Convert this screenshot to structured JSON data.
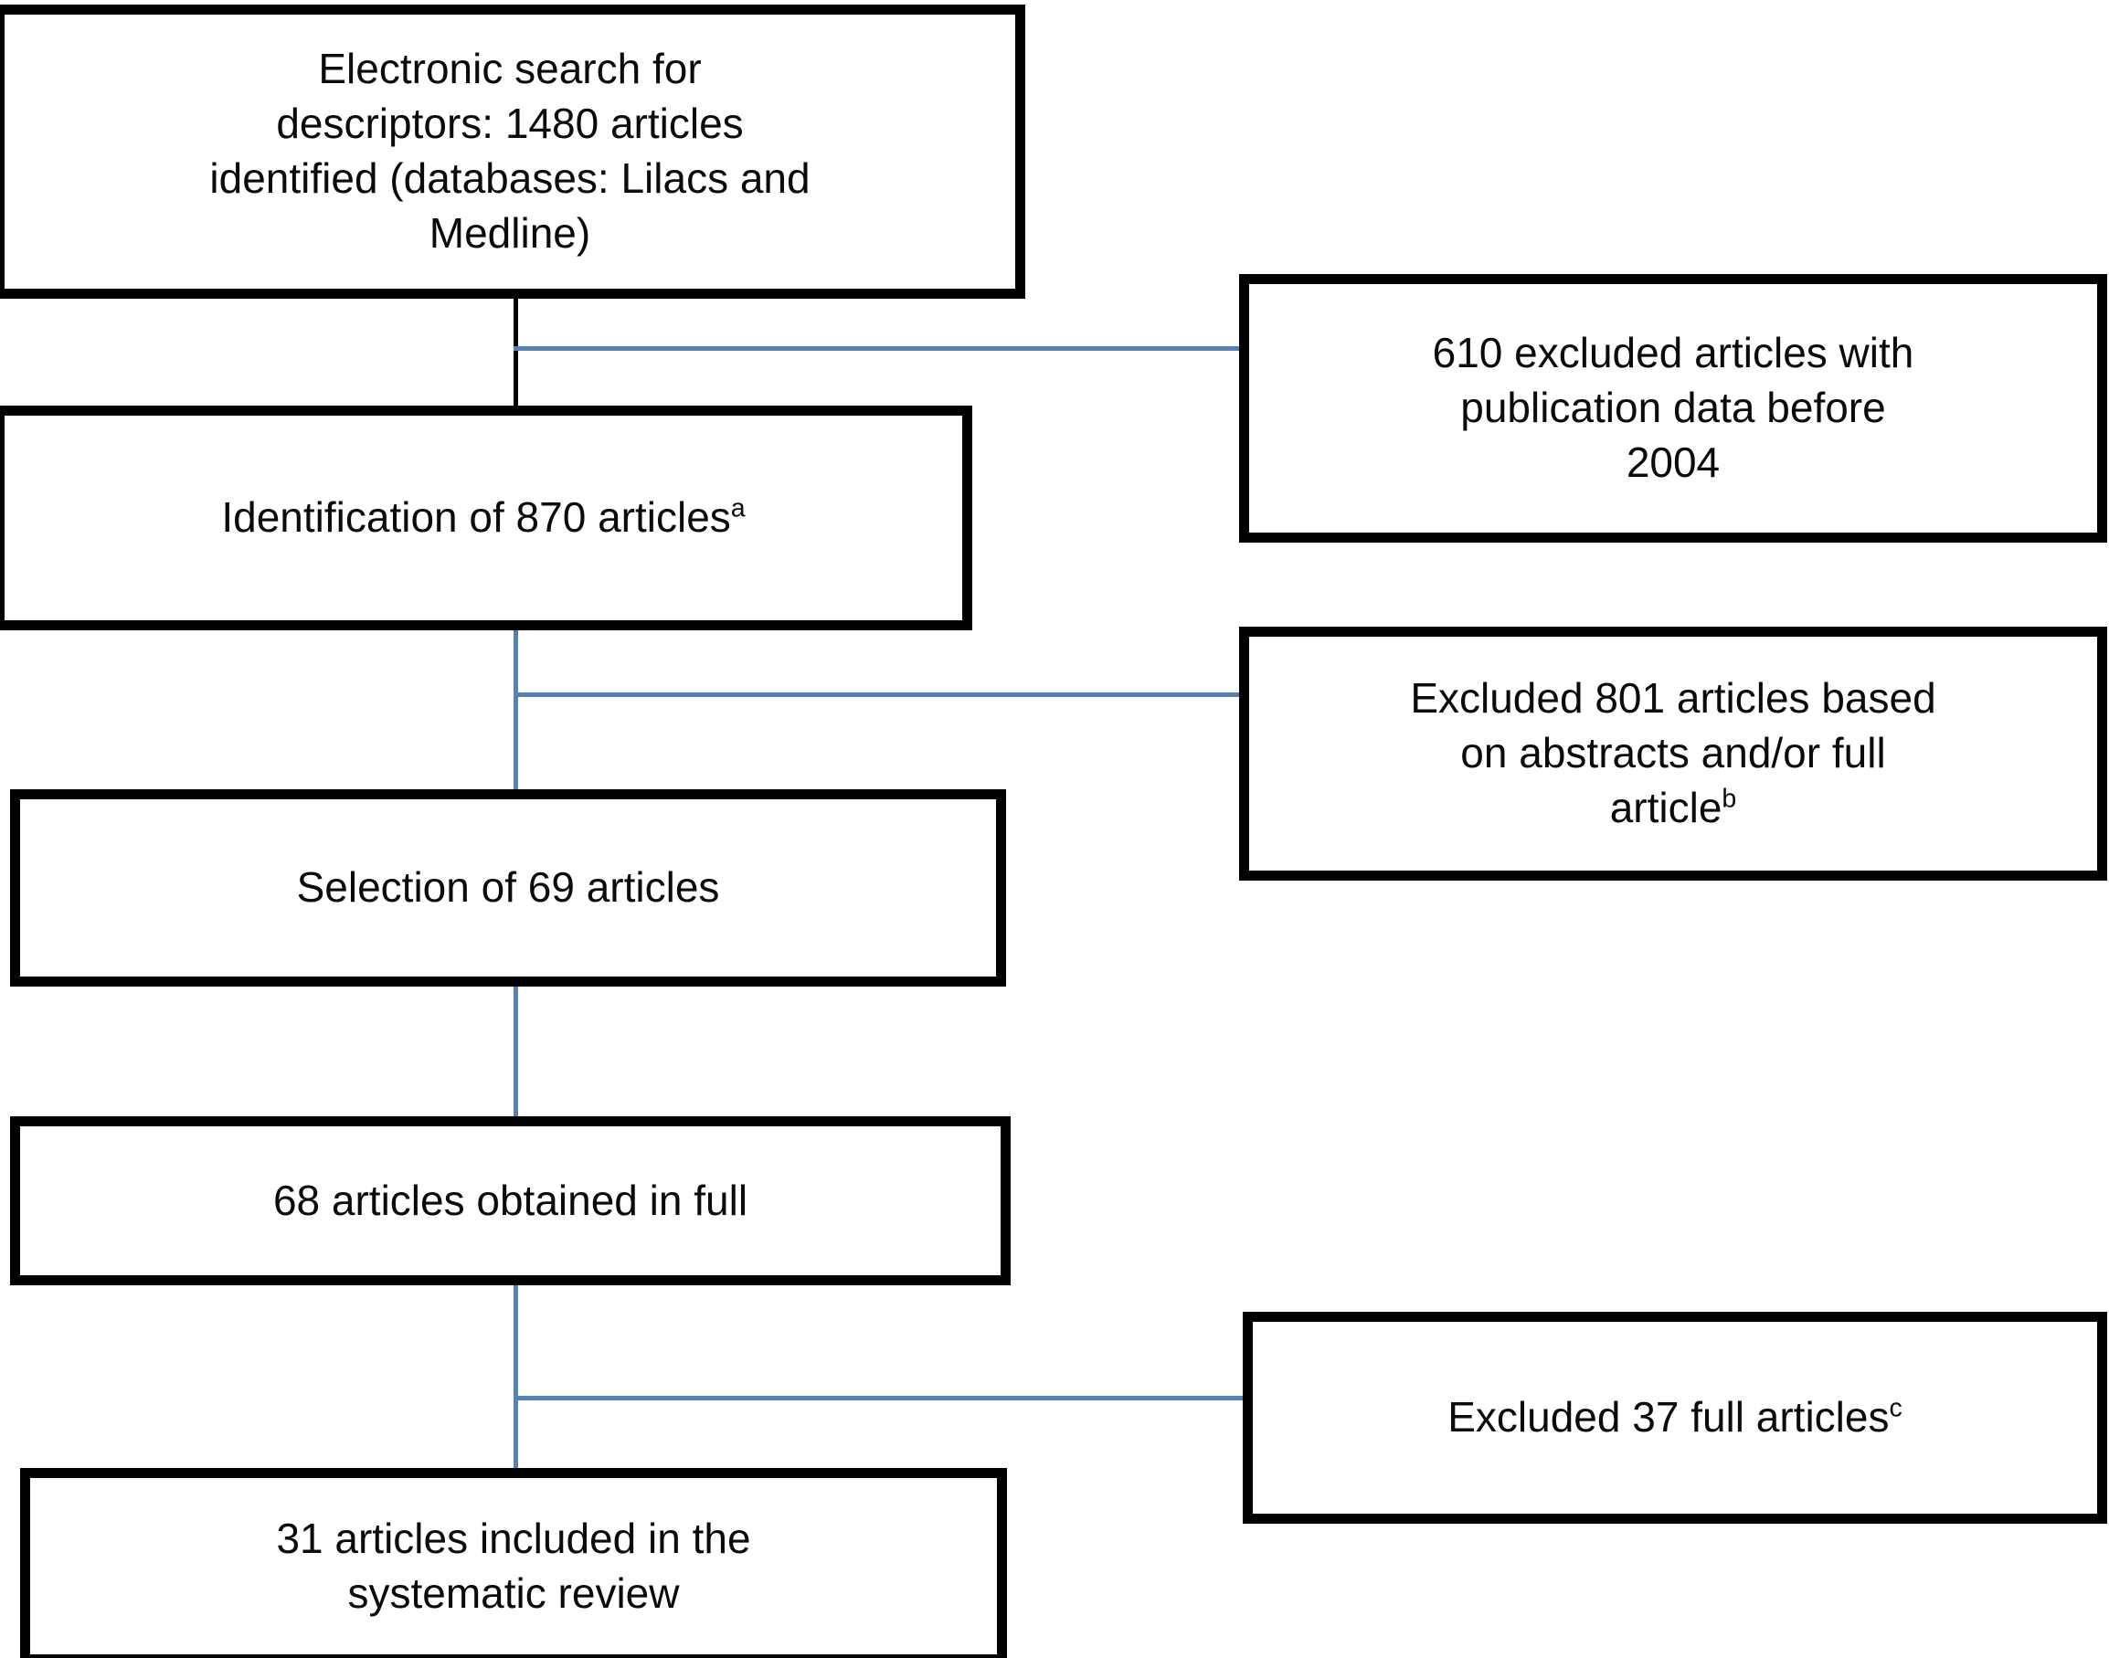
{
  "diagram": {
    "type": "prisma-flow-diagram",
    "colors": {
      "box_border": "#000000",
      "box_fill": "#ffffff",
      "connector_blue": "#5580b8",
      "connector_black": "#000000",
      "text": "#0b0b0b"
    },
    "flow_nodes": [
      {
        "id": "search",
        "text": "Electronic search for\ndescriptors: 1480 articles\nidentified (databases: Lilacs and\nMedline)",
        "count": 1480
      },
      {
        "id": "identification",
        "text": "Identification of 870 articles",
        "superscript": "a",
        "count": 870
      },
      {
        "id": "selection",
        "text": "Selection of 69 articles",
        "count": 69
      },
      {
        "id": "obtained",
        "text": "68 articles obtained in full",
        "count": 68
      },
      {
        "id": "included",
        "text": "31 articles included in the\nsystematic review",
        "count": 31
      }
    ],
    "exclusion_nodes": [
      {
        "id": "excluded-before-2004",
        "text": "610 excluded articles with\npublication data before\n2004",
        "count": 610
      },
      {
        "id": "excluded-abstracts",
        "text": "Excluded 801 articles based\non abstracts and/or full\narticle",
        "superscript": "b",
        "count": 801
      },
      {
        "id": "excluded-full-articles",
        "text": "Excluded 37 full articles",
        "superscript": "c",
        "count": 37
      }
    ]
  }
}
